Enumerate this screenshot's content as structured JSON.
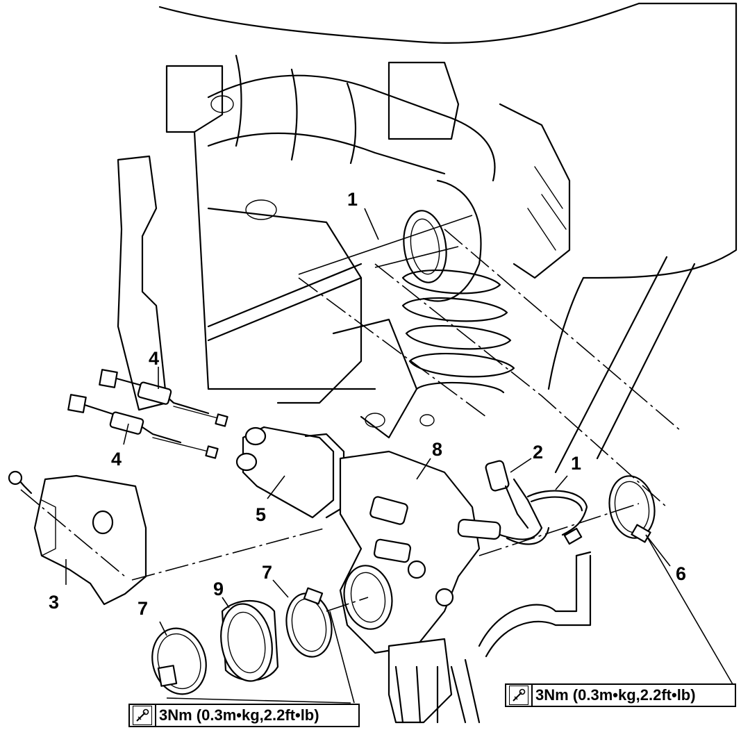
{
  "callouts": [
    {
      "id": "c1a",
      "label": "1"
    },
    {
      "id": "c1b",
      "label": "1"
    },
    {
      "id": "c2",
      "label": "2"
    },
    {
      "id": "c3",
      "label": "3"
    },
    {
      "id": "c4a",
      "label": "4"
    },
    {
      "id": "c4b",
      "label": "4"
    },
    {
      "id": "c5",
      "label": "5"
    },
    {
      "id": "c6",
      "label": "6"
    },
    {
      "id": "c7a",
      "label": "7"
    },
    {
      "id": "c7b",
      "label": "7"
    },
    {
      "id": "c8",
      "label": "8"
    },
    {
      "id": "c9",
      "label": "9"
    }
  ],
  "torque_specs": [
    {
      "text": "3Nm (0.3m•kg,2.2ft•lb)",
      "icon": "torque-wrench-icon"
    },
    {
      "text": "3Nm (0.3m•kg,2.2ft•lb)",
      "icon": "torque-wrench-icon"
    }
  ],
  "colors": {
    "line": "#000000",
    "background": "#ffffff"
  }
}
